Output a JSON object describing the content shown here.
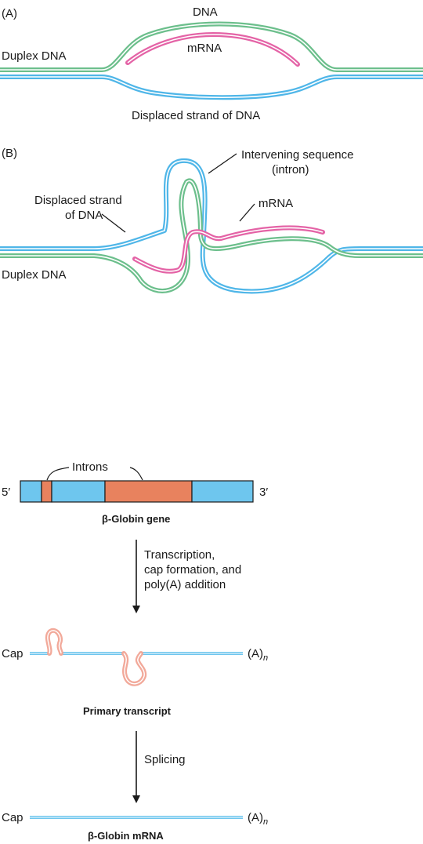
{
  "panel_a": {
    "letter": "(A)",
    "dna_label": "DNA",
    "mrna_label": "mRNA",
    "duplex_label": "Duplex DNA",
    "displaced_label": "Displaced strand of DNA"
  },
  "panel_b": {
    "letter": "(B)",
    "intron_label_1": "Intervening sequence",
    "intron_label_2": "(intron)",
    "displaced_label_1": "Displaced strand",
    "displaced_label_2": "of DNA",
    "mrna_label": "mRNA",
    "duplex_label": "Duplex DNA"
  },
  "panel_c": {
    "introns_label": "Introns",
    "five_prime": "5′",
    "three_prime": "3′",
    "gene_label": "β-Globin gene",
    "step1_line1": "Transcription,",
    "step1_line2": "cap formation, and",
    "step1_line3": "poly(A) addition",
    "cap1": "Cap",
    "polya1": "(A)",
    "polya1_sub": "n",
    "primary_label": "Primary transcript",
    "step2": "Splicing",
    "cap2": "Cap",
    "polya2": "(A)",
    "polya2_sub": "n",
    "mrna_label": "β-Globin mRNA"
  },
  "colors": {
    "dna_green": "#6cbf8c",
    "dna_blue": "#4fb6e8",
    "mrna_pink": "#e463a6",
    "exon_blue": "#6ec6ee",
    "intron_orange": "#e8825e"
  }
}
